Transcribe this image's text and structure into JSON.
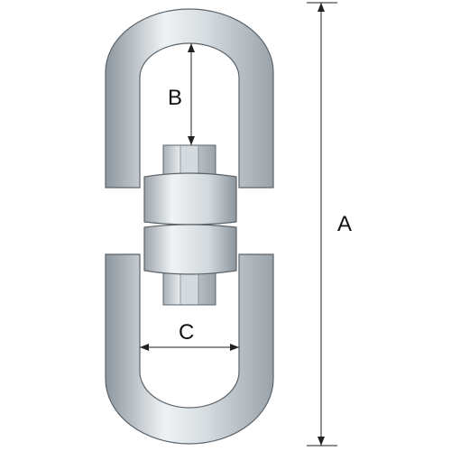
{
  "diagram": {
    "labels": {
      "overall_length": "A",
      "inner_length": "B",
      "inner_width": "C"
    },
    "colors": {
      "metal_light": "#e6ebee",
      "metal_mid": "#c3cad0",
      "metal_dark": "#8d969e",
      "outline": "#5c646b",
      "dimension_line": "#222222"
    }
  }
}
